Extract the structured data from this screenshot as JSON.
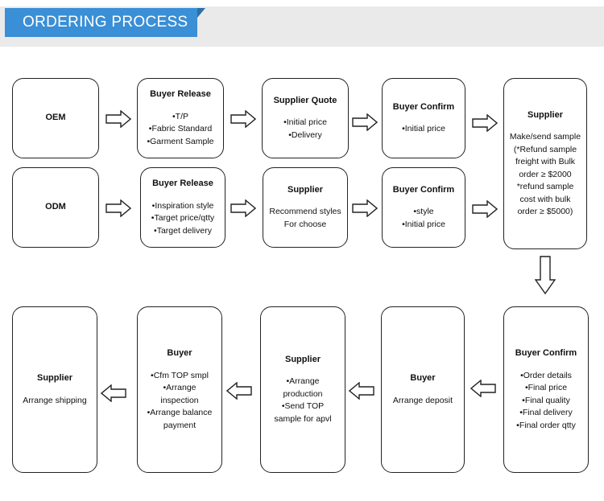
{
  "header": {
    "title": "ORDERING PROCESS"
  },
  "oem_row": {
    "start": "OEM",
    "buyer_release": {
      "title": "Buyer Release",
      "lines": [
        "•T/P",
        "•Fabric Standard",
        "•Garment Sample"
      ]
    },
    "supplier_quote": {
      "title": "Supplier Quote",
      "lines": [
        "•Initial price",
        "•Delivery"
      ]
    },
    "buyer_confirm": {
      "title": "Buyer Confirm",
      "lines": [
        "•Initial price"
      ]
    }
  },
  "odm_row": {
    "start": "ODM",
    "buyer_release": {
      "title": "Buyer Release",
      "lines": [
        "•Inspiration style",
        "•Target price/qtty",
        "•Target delivery"
      ]
    },
    "supplier": {
      "title": "Supplier",
      "lines": [
        "Recommend styles",
        "For choose"
      ]
    },
    "buyer_confirm": {
      "title": "Buyer Confirm",
      "lines": [
        "•style",
        "•Initial price"
      ]
    }
  },
  "supplier_sample": {
    "title": "Supplier",
    "lines": [
      "Make/send sample",
      "(*Refund sample",
      "freight with Bulk",
      "order ≥ $2000",
      "*refund sample",
      "cost with bulk",
      "order ≥ $5000)"
    ]
  },
  "bottom_row": {
    "buyer_confirm": {
      "title": "Buyer Confirm",
      "lines": [
        "•Order details",
        "•Final price",
        "•Final quality",
        "•Final delivery",
        "•Final order qtty"
      ]
    },
    "buyer_deposit": {
      "title": "Buyer",
      "lines": [
        "Arrange deposit"
      ]
    },
    "supplier_production": {
      "title": "Supplier",
      "lines": [
        "•Arrange",
        "production",
        "•Send TOP",
        "sample for apvl"
      ]
    },
    "buyer_inspection": {
      "title": "Buyer",
      "lines": [
        "•Cfm TOP smpl",
        "•Arrange",
        "inspection",
        "•Arrange balance",
        "payment"
      ]
    },
    "supplier_shipping": {
      "title": "Supplier",
      "lines": [
        "Arrange shipping"
      ]
    }
  }
}
